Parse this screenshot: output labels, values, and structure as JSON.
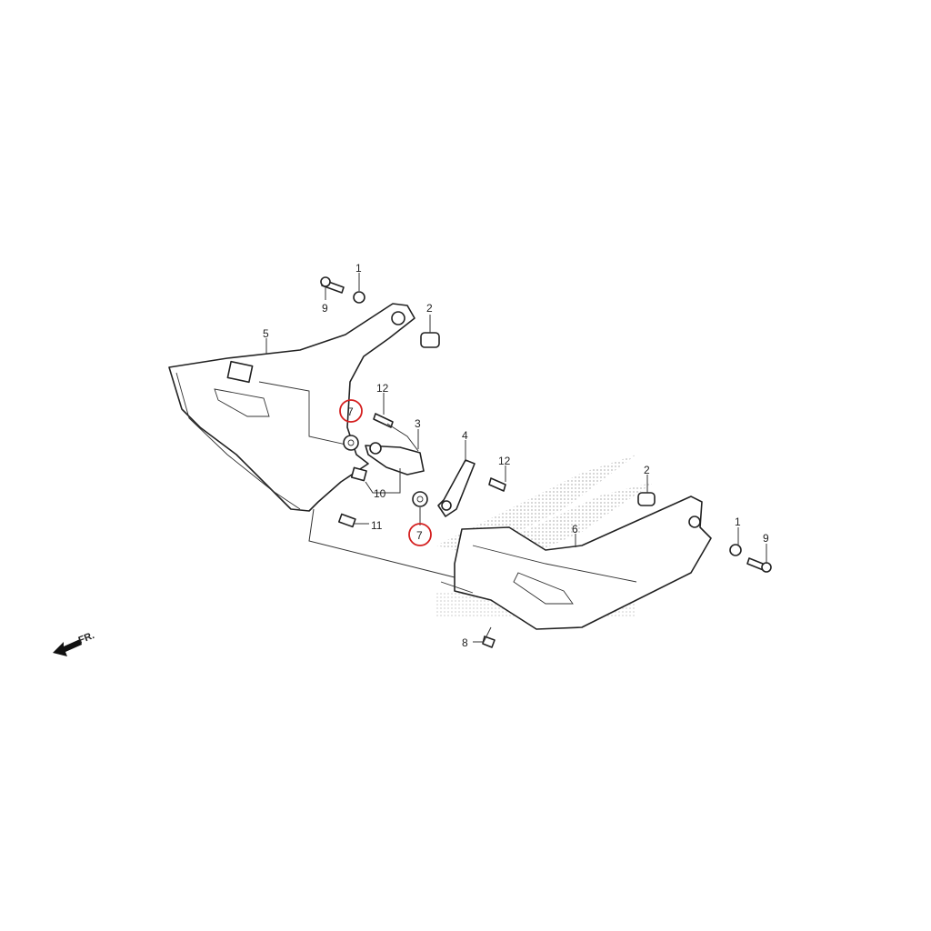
{
  "diagram": {
    "highlight_color": "#d42020",
    "direction_indicator": "FR.",
    "callouts": [
      {
        "id": "c1a",
        "label": "1"
      },
      {
        "id": "c9a",
        "label": "9"
      },
      {
        "id": "c2a",
        "label": "2"
      },
      {
        "id": "c5",
        "label": "5"
      },
      {
        "id": "c12a",
        "label": "12"
      },
      {
        "id": "c3",
        "label": "3"
      },
      {
        "id": "c7a",
        "label": "7",
        "highlighted": true
      },
      {
        "id": "c4",
        "label": "4"
      },
      {
        "id": "c12b",
        "label": "12"
      },
      {
        "id": "c2b",
        "label": "2"
      },
      {
        "id": "c10",
        "label": "10"
      },
      {
        "id": "c11",
        "label": "11"
      },
      {
        "id": "c7b",
        "label": "7",
        "highlighted": true
      },
      {
        "id": "c6",
        "label": "6"
      },
      {
        "id": "c1b",
        "label": "1"
      },
      {
        "id": "c9b",
        "label": "9"
      },
      {
        "id": "c8",
        "label": "8"
      }
    ]
  }
}
